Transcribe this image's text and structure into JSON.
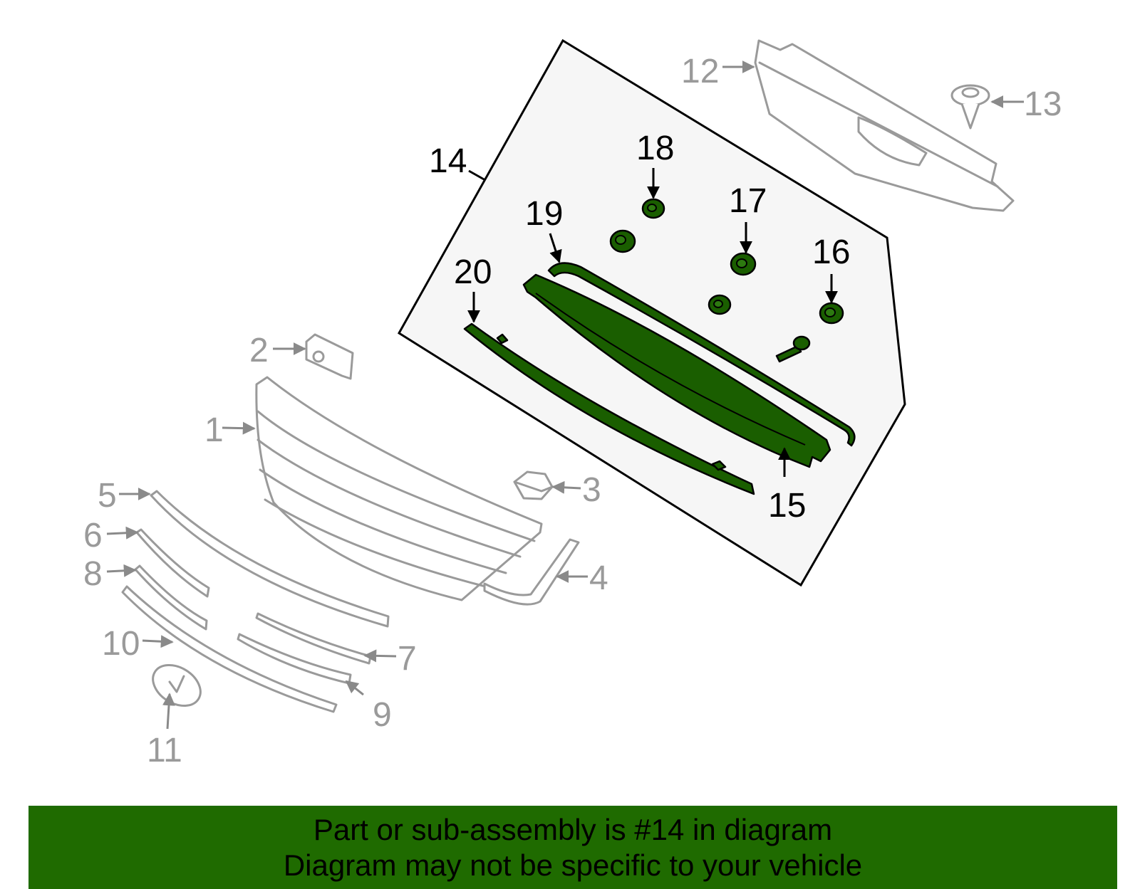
{
  "callouts": [
    {
      "id": "1",
      "label": "1"
    },
    {
      "id": "2",
      "label": "2"
    },
    {
      "id": "3",
      "label": "3"
    },
    {
      "id": "4",
      "label": "4"
    },
    {
      "id": "5",
      "label": "5"
    },
    {
      "id": "6",
      "label": "6"
    },
    {
      "id": "7",
      "label": "7"
    },
    {
      "id": "8",
      "label": "8"
    },
    {
      "id": "9",
      "label": "9"
    },
    {
      "id": "10",
      "label": "10"
    },
    {
      "id": "11",
      "label": "11"
    },
    {
      "id": "12",
      "label": "12"
    },
    {
      "id": "13",
      "label": "13"
    },
    {
      "id": "14",
      "label": "14"
    },
    {
      "id": "15",
      "label": "15"
    },
    {
      "id": "16",
      "label": "16"
    },
    {
      "id": "17",
      "label": "17"
    },
    {
      "id": "18",
      "label": "18"
    },
    {
      "id": "19",
      "label": "19"
    },
    {
      "id": "20",
      "label": "20"
    }
  ],
  "highlight_color": "#1f6b00",
  "footer": {
    "line1": "Part or sub-assembly is #14 in diagram",
    "line2": "Diagram may not be specific to your vehicle"
  }
}
